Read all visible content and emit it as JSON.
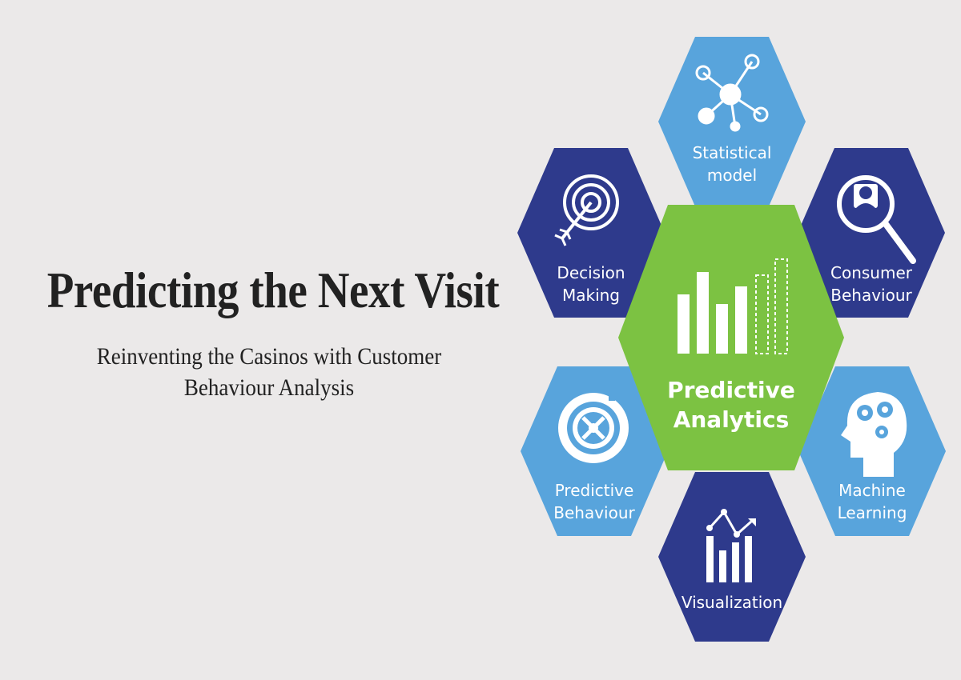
{
  "headline": "Predicting the Next Visit",
  "subheadline": {
    "line1": "Reinventing the Casinos with Customer",
    "line2": "Behaviour Analysis"
  },
  "colors": {
    "background": "#ebe9e9",
    "light_blue": "#58a4dc",
    "dark_blue": "#2e3a8c",
    "green": "#7cc242",
    "text": "#222222"
  },
  "hexagons": {
    "center": {
      "line1": "Predictive",
      "line2": "Analytics",
      "icon": "bar-chart-icon"
    },
    "top": {
      "line1": "Statistical",
      "line2": "model",
      "icon": "network-nodes-icon"
    },
    "upper_left": {
      "line1": "Decision",
      "line2": "Making",
      "icon": "target-arrow-icon"
    },
    "upper_right": {
      "line1": "Consumer",
      "line2": "Behaviour",
      "icon": "user-magnifier-icon"
    },
    "lower_left": {
      "line1": "Predictive",
      "line2": "Behaviour",
      "icon": "roulette-wheel-icon"
    },
    "lower_right": {
      "line1": "Machine",
      "line2": "Learning",
      "icon": "head-gears-icon"
    },
    "bottom": {
      "line1": "Visualization",
      "icon": "chart-trend-icon"
    }
  }
}
